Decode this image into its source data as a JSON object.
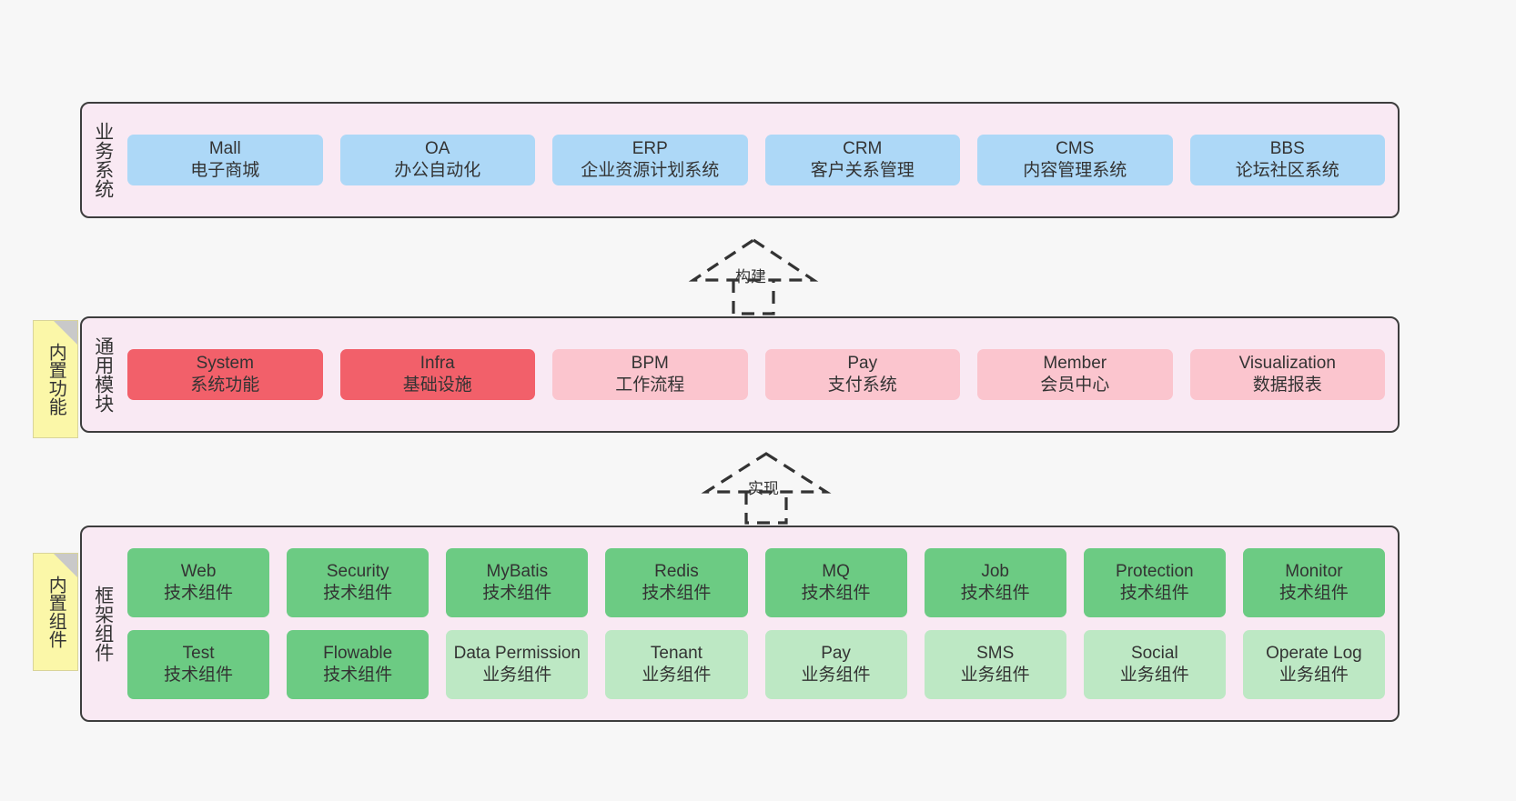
{
  "diagram": {
    "title": "",
    "background": "#f7f7f7",
    "panel_bg": "#f9e9f3",
    "panel_border": "#3d3d3d",
    "note_bg": "#fbf7a8",
    "colors": {
      "business": "#add8f7",
      "module_core": "#f2606a",
      "module_plain": "#fbc5ce",
      "tech_component": "#6ccb83",
      "biz_component": "#bde8c4"
    }
  },
  "layers": [
    {
      "key": "business",
      "title": "业务系统",
      "rows": [
        [
          {
            "name": "Mall",
            "sub": "电子商城",
            "color": "c-blue"
          },
          {
            "name": "OA",
            "sub": "办公自动化",
            "color": "c-blue"
          },
          {
            "name": "ERP",
            "sub": "企业资源计划系统",
            "color": "c-blue"
          },
          {
            "name": "CRM",
            "sub": "客户关系管理",
            "color": "c-blue"
          },
          {
            "name": "CMS",
            "sub": "内容管理系统",
            "color": "c-blue"
          },
          {
            "name": "BBS",
            "sub": "论坛社区系统",
            "color": "c-blue"
          }
        ]
      ]
    },
    {
      "key": "modules",
      "title": "通用模块",
      "note": "内置功能",
      "rows": [
        [
          {
            "name": "System",
            "sub": "系统功能",
            "color": "c-red"
          },
          {
            "name": "Infra",
            "sub": "基础设施",
            "color": "c-red"
          },
          {
            "name": "BPM",
            "sub": "工作流程",
            "color": "c-pink"
          },
          {
            "name": "Pay",
            "sub": "支付系统",
            "color": "c-pink"
          },
          {
            "name": "Member",
            "sub": "会员中心",
            "color": "c-pink"
          },
          {
            "name": "Visualization",
            "sub": "数据报表",
            "color": "c-pink"
          }
        ]
      ]
    },
    {
      "key": "framework",
      "title": "框架组件",
      "note": "内置组件",
      "rows": [
        [
          {
            "name": "Web",
            "sub": "技术组件",
            "color": "c-green"
          },
          {
            "name": "Security",
            "sub": "技术组件",
            "color": "c-green"
          },
          {
            "name": "MyBatis",
            "sub": "技术组件",
            "color": "c-green"
          },
          {
            "name": "Redis",
            "sub": "技术组件",
            "color": "c-green"
          },
          {
            "name": "MQ",
            "sub": "技术组件",
            "color": "c-green"
          },
          {
            "name": "Job",
            "sub": "技术组件",
            "color": "c-green"
          },
          {
            "name": "Protection",
            "sub": "技术组件",
            "color": "c-green"
          },
          {
            "name": "Monitor",
            "sub": "技术组件",
            "color": "c-green"
          }
        ],
        [
          {
            "name": "Test",
            "sub": "技术组件",
            "color": "c-green"
          },
          {
            "name": "Flowable",
            "sub": "技术组件",
            "color": "c-green"
          },
          {
            "name": "Data Permission",
            "sub": "业务组件",
            "color": "c-lgreen"
          },
          {
            "name": "Tenant",
            "sub": "业务组件",
            "color": "c-lgreen"
          },
          {
            "name": "Pay",
            "sub": "业务组件",
            "color": "c-lgreen"
          },
          {
            "name": "SMS",
            "sub": "业务组件",
            "color": "c-lgreen"
          },
          {
            "name": "Social",
            "sub": "业务组件",
            "color": "c-lgreen"
          },
          {
            "name": "Operate Log",
            "sub": "业务组件",
            "color": "c-lgreen"
          }
        ]
      ]
    }
  ],
  "connectors": [
    {
      "key": "build",
      "label": "构建"
    },
    {
      "key": "implement",
      "label": "实现"
    }
  ]
}
